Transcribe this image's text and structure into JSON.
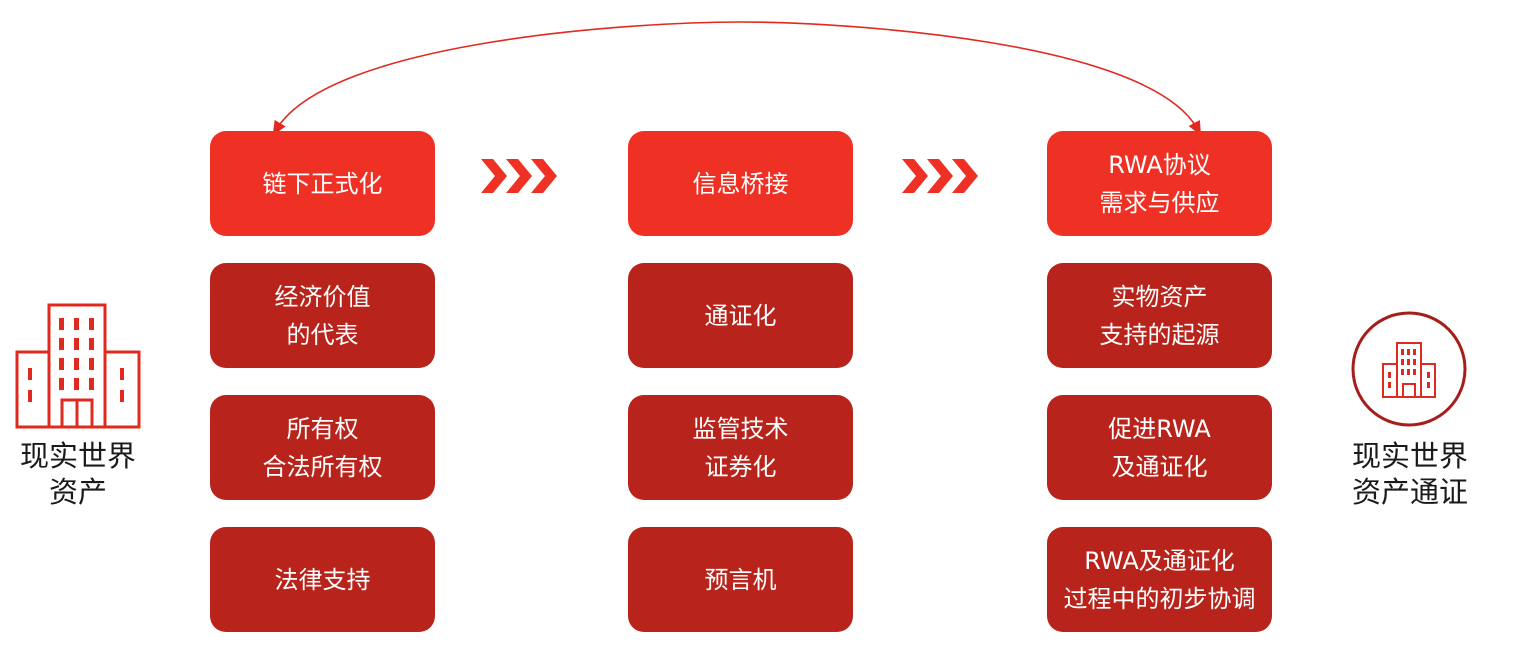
{
  "colors": {
    "head_box": "#ee3124",
    "item_box": "#b8231b",
    "accent": "#e12a1f",
    "icon_dark": "#a51e1a",
    "text_dark": "#1a1a1a"
  },
  "left_label": [
    "现实世界",
    "资产"
  ],
  "right_label": [
    "现实世界",
    "资产通证"
  ],
  "icons": {
    "left": "buildings-icon",
    "right": "buildings-circle-icon",
    "arrow": "chevron-right-icon",
    "curve": "curved-double-arrow"
  },
  "columns": [
    {
      "header": [
        "链下正式化"
      ],
      "items": [
        [
          "经济价值",
          "的代表"
        ],
        [
          "所有权",
          "合法所有权"
        ],
        [
          "法律支持"
        ]
      ]
    },
    {
      "header": [
        "信息桥接"
      ],
      "items": [
        [
          "通证化"
        ],
        [
          "监管技术",
          "证券化"
        ],
        [
          "预言机"
        ]
      ]
    },
    {
      "header": [
        "RWA协议",
        "需求与供应"
      ],
      "items": [
        [
          "实物资产",
          "支持的起源"
        ],
        [
          "促进RWA",
          "及通证化"
        ],
        [
          "RWA及通证化",
          "过程中的初步协调"
        ]
      ]
    }
  ]
}
